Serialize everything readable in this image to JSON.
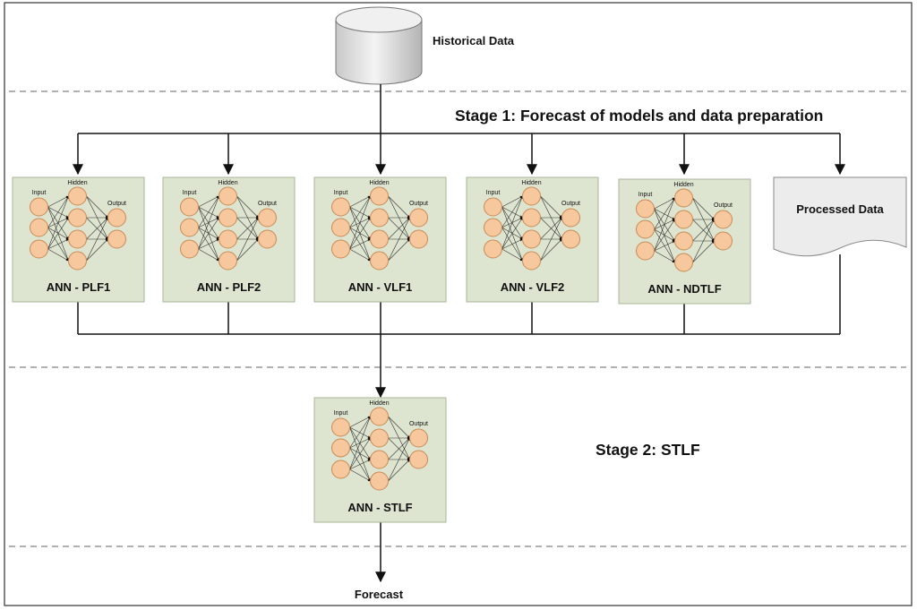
{
  "historical_data_label": "Historical Data",
  "stage1_title": "Stage 1: Forecast of models and data preparation",
  "stage2_title": "Stage 2: STLF",
  "processed_data_label": "Processed Data",
  "forecast_label": "Forecast",
  "network_layer_labels": {
    "input": "Input",
    "hidden": "Hidden",
    "output": "Output"
  },
  "models": [
    {
      "id": "plf1",
      "label": "ANN - PLF1"
    },
    {
      "id": "plf2",
      "label": "ANN - PLF2"
    },
    {
      "id": "vlf1",
      "label": "ANN - VLF1"
    },
    {
      "id": "vlf2",
      "label": "ANN - VLF2"
    },
    {
      "id": "ndtlf",
      "label": "ANN - NDTLF"
    }
  ],
  "final_model": {
    "id": "stlf",
    "label": "ANN - STLF"
  },
  "colors": {
    "box_fill": "#dde5d0",
    "box_stroke": "#a9b59a",
    "neuron_fill": "#f7c79d",
    "neuron_stroke": "#c98a55",
    "line": "#111111",
    "dash": "#666666",
    "doc_fill": "#ececec"
  }
}
